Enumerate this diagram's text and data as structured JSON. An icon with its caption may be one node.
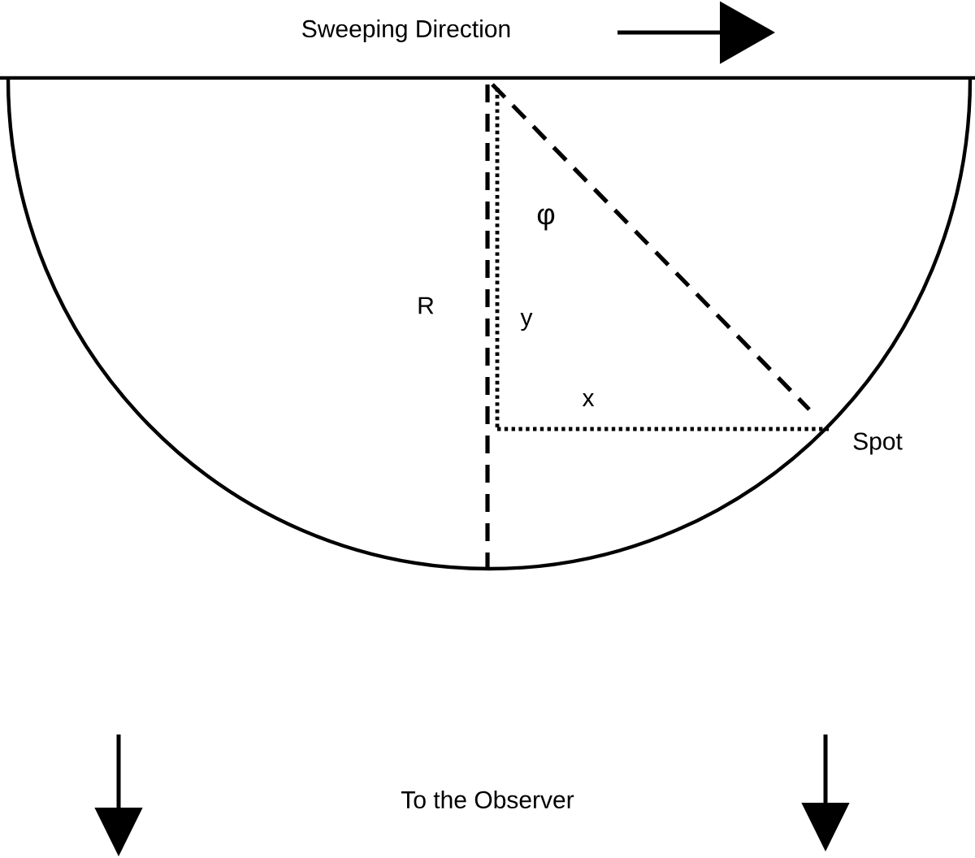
{
  "diagram": {
    "labels": [
      "Sweeping Direction",
      "φ",
      "R",
      "y",
      "x",
      "Spot",
      "To the Observer"
    ]
  }
}
